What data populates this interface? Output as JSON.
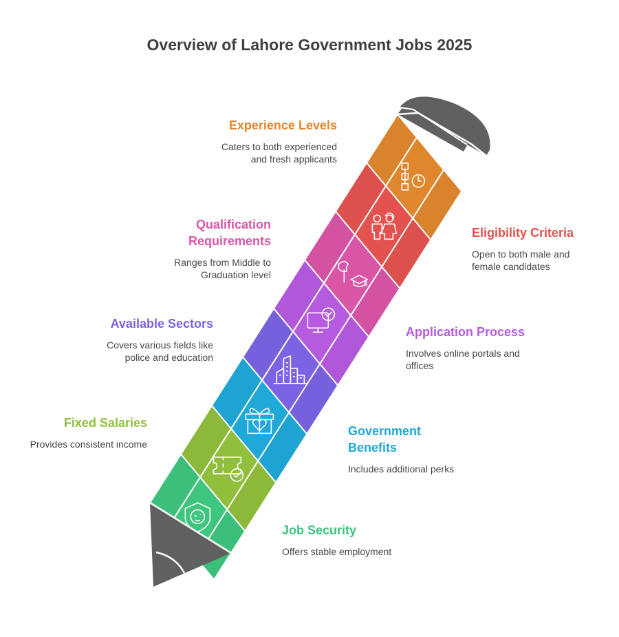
{
  "title": "Overview of Lahore Government Jobs 2025",
  "items": [
    {
      "title": "Experience Levels",
      "desc": "Caters to both experienced and fresh applicants",
      "color": "#e0872e",
      "icon": "org-clock-icon"
    },
    {
      "title": "Eligibility Criteria",
      "desc": "Open to both male and female candidates",
      "color": "#e3524f",
      "icon": "male-female-icon"
    },
    {
      "title": "Qualification Requirements",
      "desc": "Ranges from Middle to Graduation level",
      "color": "#db55a7",
      "icon": "graduation-icon"
    },
    {
      "title": "Application Process",
      "desc": "Involves online portals and offices",
      "color": "#b65ae0",
      "icon": "monitor-check-icon"
    },
    {
      "title": "Available Sectors",
      "desc": "Covers various fields like police and education",
      "color": "#7b63e3",
      "icon": "buildings-icon"
    },
    {
      "title": "Government Benefits",
      "desc": "Includes additional perks",
      "color": "#1fa8d8",
      "icon": "gift-icon"
    },
    {
      "title": "Fixed Salaries",
      "desc": "Provides consistent income",
      "color": "#90bf3b",
      "icon": "ticket-check-icon"
    },
    {
      "title": "Job Security",
      "desc": "Offers stable employment",
      "color": "#3ec57e",
      "icon": "shield-icon"
    }
  ]
}
